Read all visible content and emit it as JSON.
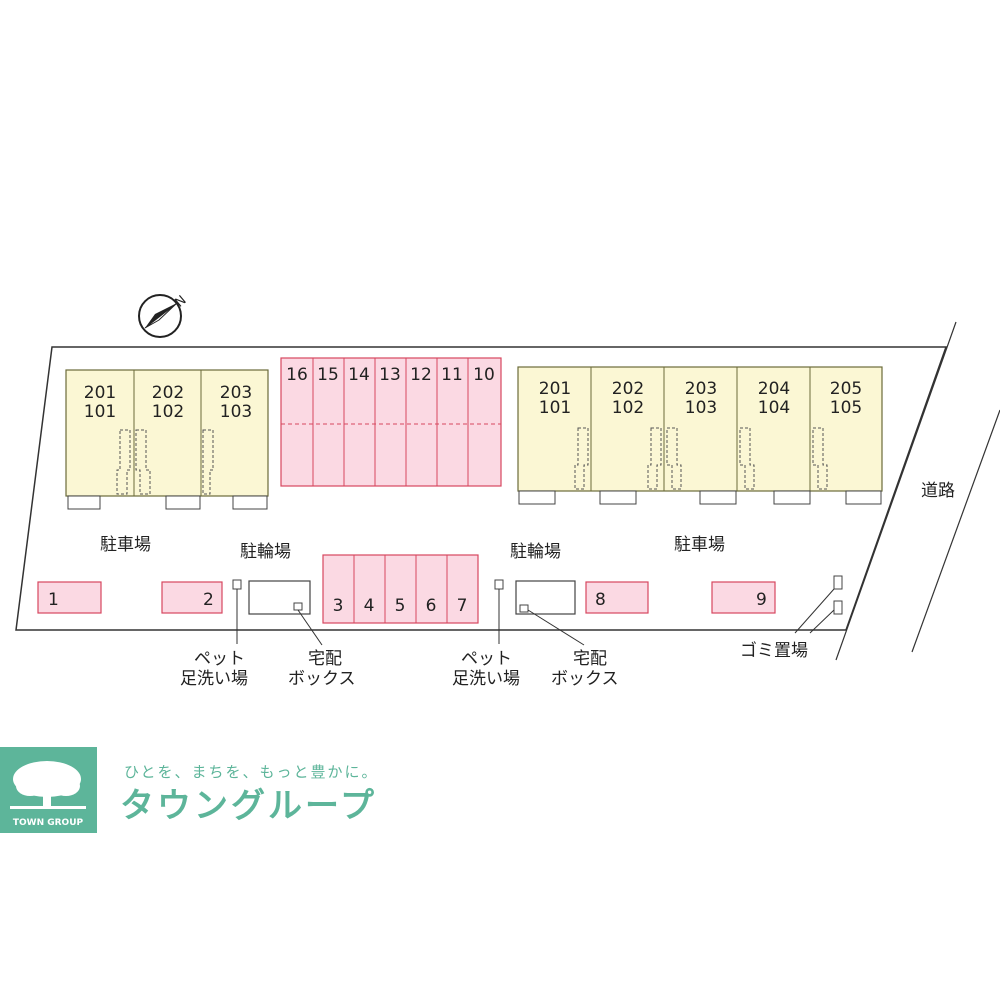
{
  "colors": {
    "building_fill": "#fbf7d4",
    "building_stroke": "#6b6b3a",
    "parking_fill": "#fbd9e3",
    "parking_stroke": "#d7475f",
    "brand_green": "#5db59a"
  },
  "icons": {
    "north_arrow": "compass-north-icon",
    "logo": "tree-logo-icon"
  },
  "building_left": {
    "units": [
      {
        "upper": "201",
        "lower": "101"
      },
      {
        "upper": "202",
        "lower": "102"
      },
      {
        "upper": "203",
        "lower": "103"
      }
    ]
  },
  "building_right": {
    "units": [
      {
        "upper": "201",
        "lower": "101"
      },
      {
        "upper": "202",
        "lower": "102"
      },
      {
        "upper": "203",
        "lower": "103"
      },
      {
        "upper": "204",
        "lower": "104"
      },
      {
        "upper": "205",
        "lower": "105"
      }
    ]
  },
  "parking_top": [
    "16",
    "15",
    "14",
    "13",
    "12",
    "11",
    "10"
  ],
  "parking_middle": [
    "3",
    "4",
    "5",
    "6",
    "7"
  ],
  "parking_singles": [
    "1",
    "2",
    "8",
    "9"
  ],
  "labels": {
    "parking_left": "駐車場",
    "parking_right": "駐車場",
    "bicycle_left": "駐輪場",
    "bicycle_right": "駐輪場",
    "pet_wash_line1": "ペット",
    "pet_wash_line2": "足洗い場",
    "delivery_line1": "宅配",
    "delivery_line2": "ボックス",
    "garbage": "ゴミ置場",
    "road": "道路"
  },
  "branding": {
    "tagline": "ひとを、まちを、もっと豊かに。",
    "name": "タウングループ",
    "logo_caption": "TOWN GROUP"
  }
}
